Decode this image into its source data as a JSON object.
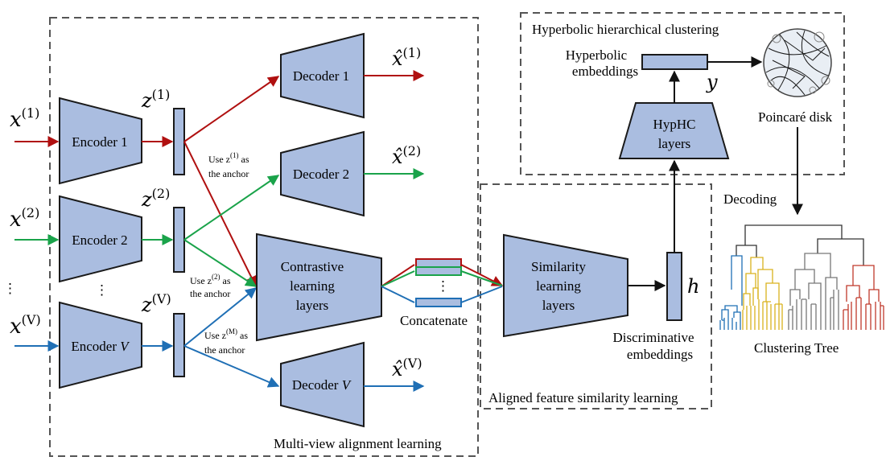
{
  "colors": {
    "block_fill": "#aabde0",
    "block_stroke": "#1a1a1a",
    "red": "#b01010",
    "green": "#1aa34a",
    "blue": "#1f6fb5",
    "box_dash": "#555555"
  },
  "regions": {
    "multiview": "Multi-view alignment learning",
    "aligned": "Aligned feature similarity learning",
    "hyperbolic": "Hyperbolic hierarchical clustering"
  },
  "inputs": {
    "x1": {
      "base": "x",
      "sup": "(1)"
    },
    "x2": {
      "base": "x",
      "sup": "(2)"
    },
    "xv": {
      "base": "x",
      "sup": "(V)"
    },
    "dots": "⋮"
  },
  "encoders": {
    "e1": "Encoder 1",
    "e2": "Encoder 2",
    "ev_text": "Encoder ",
    "ev_var": "V",
    "dots": "⋮"
  },
  "latents": {
    "z1": {
      "base": "z",
      "sup": "(1)"
    },
    "z2": {
      "base": "z",
      "sup": "(2)"
    },
    "zv": {
      "base": "z",
      "sup": "(V)"
    }
  },
  "decoders": {
    "d1": "Decoder 1",
    "d2": "Decoder 2",
    "dv_text": "Decoder ",
    "dv_var": "V"
  },
  "outputs": {
    "xh1": {
      "base": "x̂",
      "sup": "(1)"
    },
    "xh2": {
      "base": "x̂",
      "sup": "(2)"
    },
    "xhv": {
      "base": "x̂",
      "sup": "(V)"
    }
  },
  "anchors": {
    "a1_pre": "Use z",
    "a1_sup": "(1)",
    "a1_post": " as",
    "a1_line2": "the anchor",
    "a2_pre": "Use z",
    "a2_sup": "(2)",
    "a2_post": " as",
    "a2_line2": "the anchor",
    "am_pre": "Use z",
    "am_sup": "(M)",
    "am_post": " as",
    "am_line2": "the anchor"
  },
  "contrastive": {
    "line1": "Contrastive",
    "line2": "learning",
    "line3": "layers"
  },
  "concat": {
    "label": "Concatenate",
    "dots": "⋮"
  },
  "similarity": {
    "line1": "Similarity",
    "line2": "learning",
    "line3": "layers"
  },
  "embeddings": {
    "h": "h",
    "disc_line1": "Discriminative",
    "disc_line2": "embeddings"
  },
  "hyphc": {
    "line1": "HypHC",
    "line2": "layers",
    "y": "y",
    "hyp_line1": "Hyperbolic",
    "hyp_line2": "embeddings",
    "poincare": "Poincaré disk"
  },
  "tree": {
    "decoding": "Decoding",
    "label": "Clustering Tree"
  }
}
